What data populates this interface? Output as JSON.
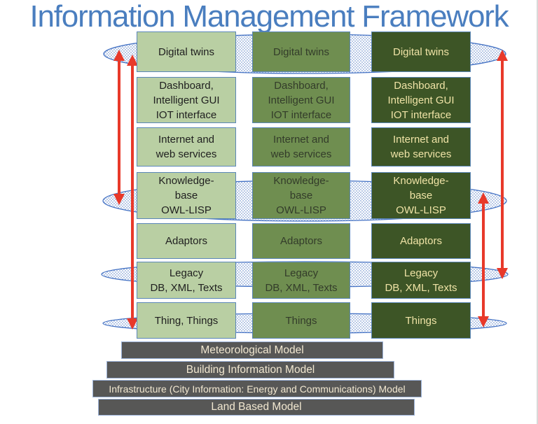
{
  "title": "Information Management Framework",
  "stack": {
    "rows": [
      {
        "id": "digital-twins",
        "labels": [
          "Digital twins",
          "Digital twins",
          "Digital twins"
        ]
      },
      {
        "id": "dashboard-gui-iot",
        "labels": [
          "Dashboard,\nIntelligent GUI\nIOT interface",
          "Dashboard,\nIntelligent GUI\nIOT interface",
          "Dashboard,\nIntelligent GUI\nIOT interface"
        ]
      },
      {
        "id": "internet-web-services",
        "labels": [
          "Internet and\nweb services",
          "Internet and\nweb services",
          "Internet and\nweb services"
        ]
      },
      {
        "id": "knowledge-base",
        "labels": [
          "Knowledge-\nbase\nOWL-LISP",
          "Knowledge-\nbase\nOWL-LISP",
          "Knowledge-\nbase\nOWL-LISP"
        ]
      },
      {
        "id": "adaptors",
        "labels": [
          "Adaptors",
          "Adaptors",
          "Adaptors"
        ]
      },
      {
        "id": "legacy",
        "labels": [
          "Legacy\nDB, XML, Texts",
          "Legacy\nDB, XML, Texts",
          "Legacy\nDB, XML, Texts"
        ]
      },
      {
        "id": "things",
        "labels": [
          "Thing, Things",
          "Things",
          "Things"
        ]
      }
    ]
  },
  "models": [
    "Meteorological Model",
    "Building Information Model",
    "Infrastructure (City Information: Energy and Communications) Model",
    "Land Based Model"
  ],
  "colors": {
    "title": "#4a7ebf",
    "col1_fill": "#b9cfa3",
    "col2_fill": "#6f8e50",
    "col3_fill": "#3d5526",
    "col1_text": "#1f1f1f",
    "col2_text": "#333c2a",
    "col3_text": "#efe3a6",
    "box_border": "#5b87b8",
    "bar_fill": "#575756",
    "bar_text": "#f1e7d0",
    "bar_border": "#9cb3d9",
    "arrow": "#e8392a",
    "ellipse_stroke": "#4472c4",
    "ellipse_dot": "#4f7ac2",
    "slide_edge": "#d9d9d9"
  }
}
